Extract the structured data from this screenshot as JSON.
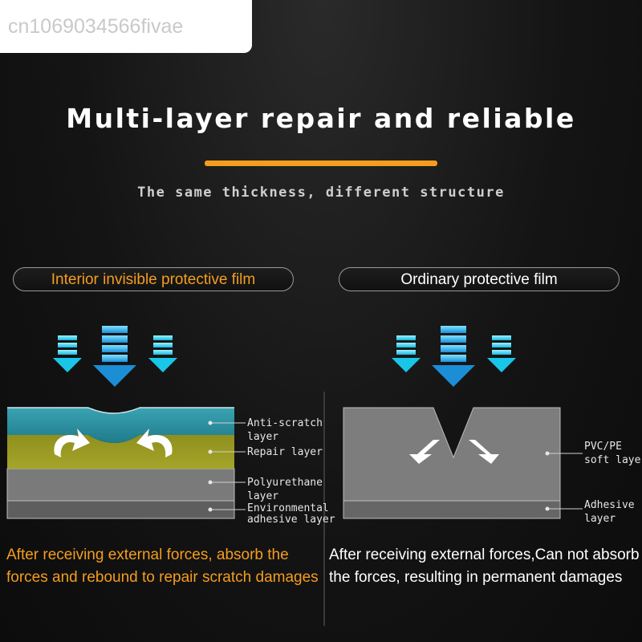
{
  "watermark": "cn1069034566fivae",
  "title": "Multi-layer repair and reliable",
  "subtitle": "The same thickness, different structure",
  "left_panel": {
    "heading": "Interior invisible protective film",
    "layers": [
      {
        "line1": "Anti-scratch",
        "line2": "layer"
      },
      {
        "line1": "Repair layer",
        "line2": ""
      },
      {
        "line1": "Polyurethane",
        "line2": "layer"
      },
      {
        "line1": "Environmental",
        "line2": "adhesive layer"
      }
    ],
    "caption": "After receiving external forces, absorb the forces and rebound to repair scratch damages"
  },
  "right_panel": {
    "heading": "Ordinary protective film",
    "layers": [
      {
        "line1": "PVC/PE",
        "line2": "soft layer"
      },
      {
        "line1": "Adhesive",
        "line2": "layer"
      }
    ],
    "caption": "After receiving external forces,Can not absorb the forces, resulting in permanent damages"
  },
  "colors": {
    "accent": "#f59d1e",
    "arrow_cyan": "#19c6e8",
    "arrow_blue": "#1b8ed6",
    "anti_scratch": "#2a8d9e",
    "repair": "#9a9a22",
    "polyurethane": "#7a7a7a",
    "adhesive": "#666666"
  },
  "icons": [
    "force-arrow-icon",
    "rebound-arrow-icon",
    "split-arrow-icon"
  ]
}
